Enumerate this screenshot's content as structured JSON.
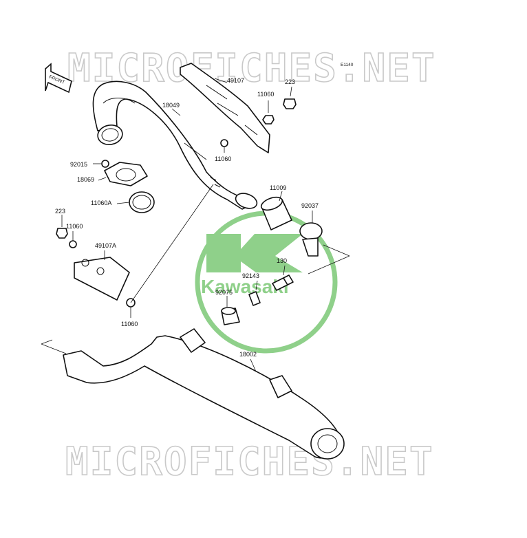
{
  "watermark": {
    "text_top": "MICROFICHES.NET",
    "text_bottom": "MICROFICHES.NET",
    "color": "#c9c9c9"
  },
  "diagram_code": "E1140",
  "front_arrow": {
    "label": "FRONT"
  },
  "logo": {
    "text": "Kawasaki",
    "color": "#8fd08a"
  },
  "parts": {
    "p18049": "18049",
    "p49107": "49107",
    "p11060_top": "11060",
    "p223_top": "223",
    "p11060_mid": "11060",
    "p92015": "92015",
    "p18069": "18069",
    "p11060A": "11060A",
    "p11009": "11009",
    "p92037": "92037",
    "p223_left": "223",
    "p11060_left": "11060",
    "p49107A": "49107A",
    "p130": "130",
    "p92143": "92143",
    "p92075": "92075",
    "p11060_bottom": "11060",
    "p18002": "18002"
  }
}
